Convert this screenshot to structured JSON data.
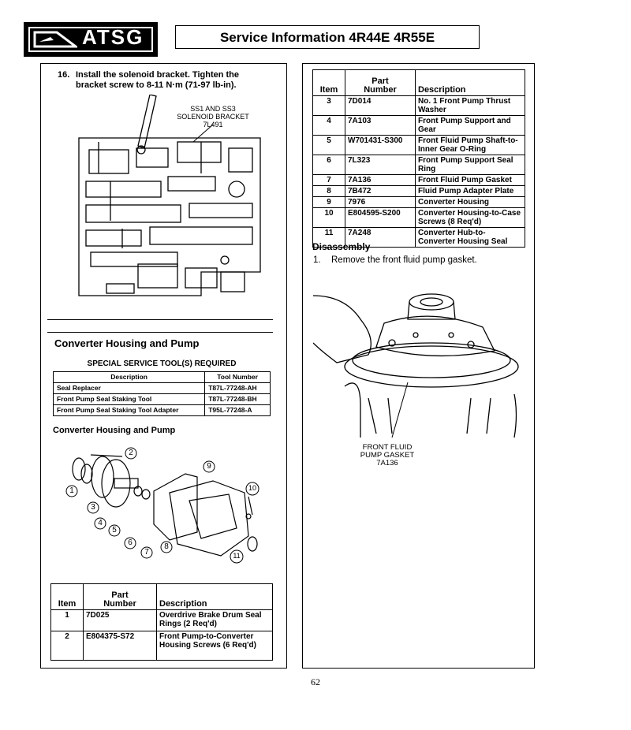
{
  "header": {
    "logo_text": "ATSG",
    "title": "Service Information 4R44E  4R55E"
  },
  "left": {
    "step16_num": "16.",
    "step16_text": "Install the solenoid bracket. Tighten the bracket screw to 8-11 N·m (71-97 lb-in).",
    "figure_label_line1": "SS1 AND SS3",
    "figure_label_line2": "SOLENOID BRACKET",
    "figure_label_line3": "7L491",
    "section_title": "Converter Housing and Pump",
    "service_tools_title": "SPECIAL SERVICE TOOL(S) REQUIRED",
    "service_tools_headers": [
      "Description",
      "Tool Number"
    ],
    "service_tools": [
      {
        "desc": "Seal Replacer",
        "tool": "T87L-77248-AH"
      },
      {
        "desc": "Front Pump Seal Staking Tool",
        "tool": "T87L-77248-BH"
      },
      {
        "desc": "Front Pump Seal Staking Tool Adapter",
        "tool": "T95L-77248-A"
      }
    ],
    "exploded_title": "Converter Housing and Pump",
    "callouts": [
      "1",
      "2",
      "3",
      "4",
      "5",
      "6",
      "7",
      "8",
      "9",
      "10",
      "11"
    ],
    "parts_headers": [
      "Item",
      "Part\nNumber",
      "Description"
    ],
    "parts": [
      {
        "item": "1",
        "part": "7D025",
        "desc": "Overdrive Brake Drum Seal Rings (2 Req'd)"
      },
      {
        "item": "2",
        "part": "E804375-S72",
        "desc": "Front Pump-to-Converter Housing Screws (6 Req'd)"
      }
    ]
  },
  "right": {
    "parts_headers": [
      "Item",
      "Part\nNumber",
      "Description"
    ],
    "parts": [
      {
        "item": "3",
        "part": "7D014",
        "desc": "No. 1 Front Pump Thrust Washer"
      },
      {
        "item": "4",
        "part": "7A103",
        "desc": "Front Pump Support and Gear"
      },
      {
        "item": "5",
        "part": "W701431-S300",
        "desc": "Front Fluid Pump Shaft-to-Inner Gear O-Ring"
      },
      {
        "item": "6",
        "part": "7L323",
        "desc": "Front Pump Support Seal Ring"
      },
      {
        "item": "7",
        "part": "7A136",
        "desc": "Front Fluid Pump Gasket"
      },
      {
        "item": "8",
        "part": "7B472",
        "desc": "Fluid Pump Adapter Plate"
      },
      {
        "item": "9",
        "part": "7976",
        "desc": "Converter Housing"
      },
      {
        "item": "10",
        "part": "E804595-S200",
        "desc": "Converter Housing-to-Case Screws (8 Req'd)"
      },
      {
        "item": "11",
        "part": "7A248",
        "desc": "Converter Hub-to-Converter Housing Seal"
      }
    ],
    "disassembly_title": "Disassembly",
    "step1_num": "1.",
    "step1_text": "Remove the front fluid pump gasket.",
    "figure_label_line1": "FRONT FLUID",
    "figure_label_line2": "PUMP GASKET",
    "figure_label_line3": "7A136"
  },
  "page_number": "62"
}
